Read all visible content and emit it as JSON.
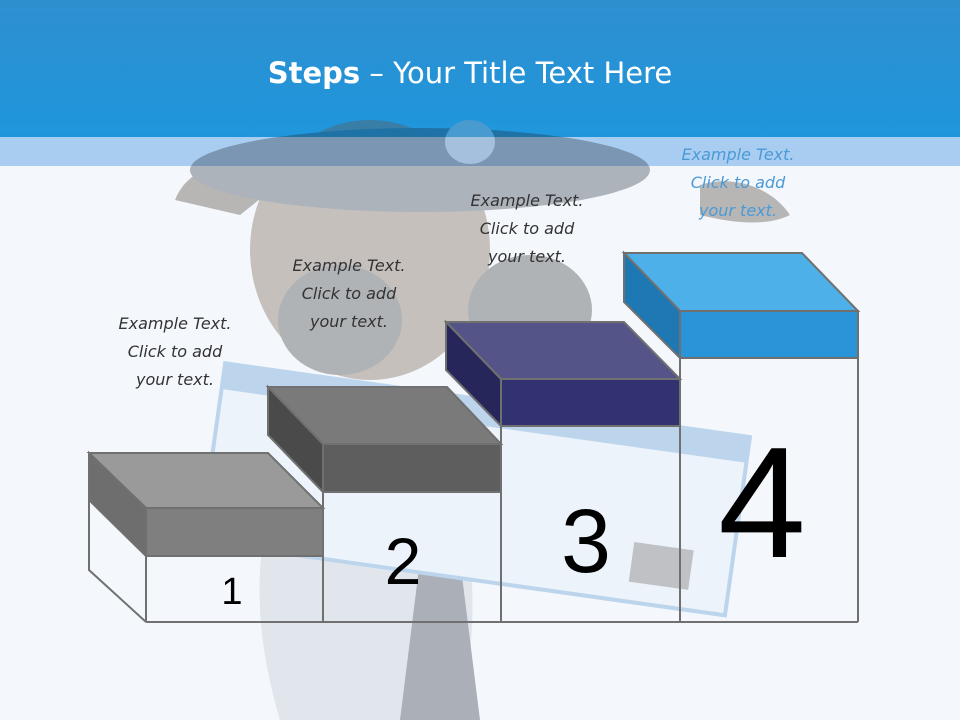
{
  "slide": {
    "title_bold": "Steps",
    "title_rest": " – Your Title Text Here"
  },
  "steps": [
    {
      "number": "1",
      "text": [
        "Example Text.",
        "Click  to add",
        "your text."
      ],
      "color": "#8c8c8c"
    },
    {
      "number": "2",
      "text": [
        "Example Text.",
        "Click  to add",
        "your text."
      ],
      "color": "#6e6e6e"
    },
    {
      "number": "3",
      "text": [
        "Example Text.",
        "Click  to add",
        "your text."
      ],
      "color": "#3a3a7a"
    },
    {
      "number": "4",
      "text": [
        "Example Text.",
        "Click  to add",
        "your text."
      ],
      "color": "#2a90d4"
    }
  ],
  "colors": {
    "header": "#1f96dc",
    "strip": "#a9cdf0"
  }
}
